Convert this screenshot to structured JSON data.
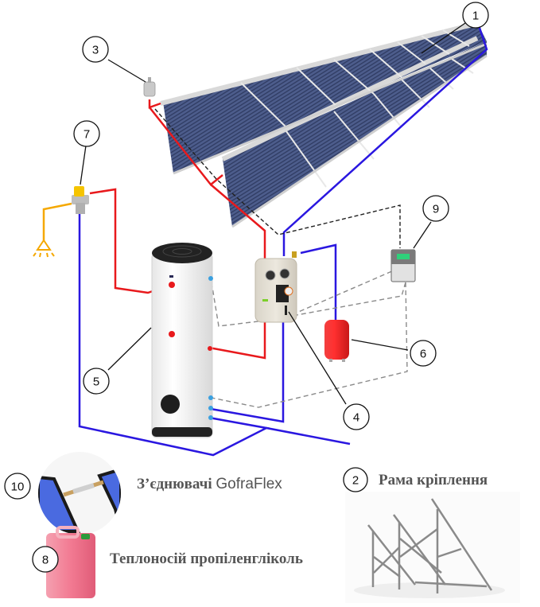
{
  "title": "Solar water heating system scheme",
  "colors": {
    "hot_pipe": "#e8191c",
    "cold_pipe": "#2a17e0",
    "mixed_pipe": "#f5a800",
    "control_wire": "#222222",
    "sensor_wire": "#8a8a8a",
    "panel": "#4a5a86",
    "tank_red": "#f02a2a",
    "controller_screen": "#2fd07a",
    "fluid_pink": "#f07a90"
  },
  "callouts": [
    {
      "id": "1",
      "component": "vacuum-tube-collectors"
    },
    {
      "id": "2",
      "component": "mounting-frame"
    },
    {
      "id": "3",
      "component": "air-vent"
    },
    {
      "id": "4",
      "component": "pump-station"
    },
    {
      "id": "5",
      "component": "storage-tank"
    },
    {
      "id": "6",
      "component": "expansion-tank"
    },
    {
      "id": "7",
      "component": "thermostatic-mixing-valve"
    },
    {
      "id": "8",
      "component": "heat-transfer-fluid"
    },
    {
      "id": "9",
      "component": "solar-controller"
    },
    {
      "id": "10",
      "component": "gofraflex-connectors"
    }
  ],
  "legend": {
    "connectors_bold": "З’єднювачі",
    "connectors_brand": "GofraFlex",
    "frame": "Рама кріплення",
    "fluid": "Теплоносій пропіленгліколь"
  }
}
